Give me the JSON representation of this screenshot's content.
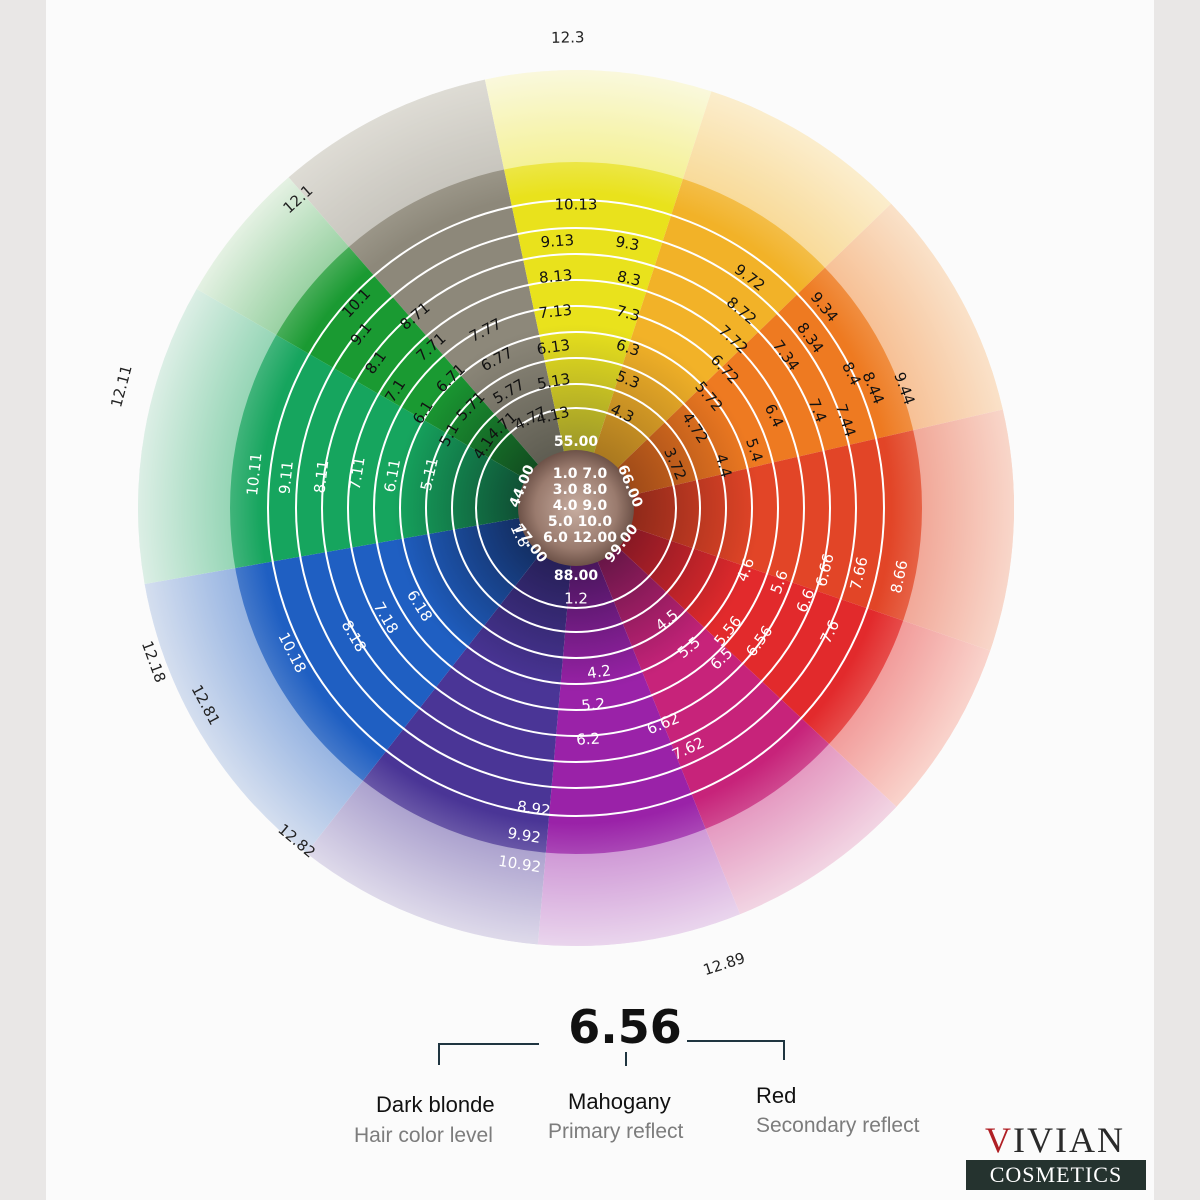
{
  "wheel": {
    "sectors": [
      {
        "name": "ash-gray",
        "from": 319,
        "to": 348,
        "colors": [
          "#4a4a40",
          "#8d887a",
          "#c3bfb2"
        ]
      },
      {
        "name": "gold",
        "from": 348,
        "to": 18,
        "colors": [
          "#7a7630",
          "#e9e21c",
          "#f6f3c0"
        ]
      },
      {
        "name": "gold-orange",
        "from": 18,
        "to": 46,
        "colors": [
          "#8a5f1c",
          "#f2b228",
          "#f8dfa4"
        ]
      },
      {
        "name": "copper",
        "from": 46,
        "to": 77,
        "colors": [
          "#7a3414",
          "#ee7a21",
          "#f6c99c"
        ]
      },
      {
        "name": "copper-red",
        "from": 77,
        "to": 109,
        "colors": [
          "#6a1d14",
          "#e24527",
          "#f3b59e"
        ]
      },
      {
        "name": "red",
        "from": 109,
        "to": 133,
        "colors": [
          "#5c1020",
          "#e22a2c",
          "#f5b0a2"
        ]
      },
      {
        "name": "magenta",
        "from": 133,
        "to": 158,
        "colors": [
          "#3d1030",
          "#c7237a",
          "#e7b2cc"
        ]
      },
      {
        "name": "purple",
        "from": 158,
        "to": 185,
        "colors": [
          "#24103a",
          "#9a22a8",
          "#d8b3de"
        ]
      },
      {
        "name": "violet",
        "from": 185,
        "to": 218,
        "colors": [
          "#16163c",
          "#4a3596",
          "#c3bbd9"
        ]
      },
      {
        "name": "blue",
        "from": 218,
        "to": 260,
        "colors": [
          "#0e1838",
          "#1f5fc2",
          "#b2c4e2"
        ]
      },
      {
        "name": "green",
        "from": 260,
        "to": 300,
        "colors": [
          "#0c2a22",
          "#16a55e",
          "#bfe1d0"
        ]
      },
      {
        "name": "dark-green",
        "from": 300,
        "to": 319,
        "colors": [
          "#0e2a18",
          "#1a9a32",
          "#cfe6cc"
        ]
      }
    ],
    "ring_radii": [
      100,
      124,
      150,
      176,
      202,
      228,
      254,
      280,
      308
    ],
    "labels": [
      {
        "text": "10.13",
        "a": 0,
        "r": 303,
        "tone": "dark"
      },
      {
        "text": "9.13",
        "a": 356,
        "r": 267,
        "tone": "dark"
      },
      {
        "text": "9.3",
        "a": 11,
        "r": 269,
        "tone": "dark"
      },
      {
        "text": "8.13",
        "a": 355,
        "r": 232,
        "tone": "dark"
      },
      {
        "text": "8.3",
        "a": 13,
        "r": 235,
        "tone": "dark"
      },
      {
        "text": "7.13",
        "a": 354,
        "r": 197,
        "tone": "dark"
      },
      {
        "text": "7.3",
        "a": 15,
        "r": 201,
        "tone": "dark"
      },
      {
        "text": "6.13",
        "a": 352,
        "r": 162,
        "tone": "dark"
      },
      {
        "text": "6.3",
        "a": 18,
        "r": 168,
        "tone": "dark"
      },
      {
        "text": "5.13",
        "a": 350,
        "r": 128,
        "tone": "dark"
      },
      {
        "text": "5.3",
        "a": 22,
        "r": 138,
        "tone": "dark"
      },
      {
        "text": "4.13",
        "a": 346,
        "r": 95,
        "tone": "dark"
      },
      {
        "text": "4.3",
        "a": 26,
        "r": 105,
        "tone": "dark"
      },
      {
        "text": "7.77",
        "a": 333,
        "r": 199,
        "tone": "dark"
      },
      {
        "text": "6.77",
        "a": 332,
        "r": 168,
        "tone": "dark"
      },
      {
        "text": "5.77",
        "a": 330,
        "r": 134,
        "tone": "dark"
      },
      {
        "text": "4.77",
        "a": 333,
        "r": 100,
        "tone": "dark"
      },
      {
        "text": "8.71",
        "a": 320,
        "r": 250,
        "tone": "dark"
      },
      {
        "text": "7.71",
        "a": 318,
        "r": 216,
        "tone": "dark"
      },
      {
        "text": "6.71",
        "a": 316,
        "r": 180,
        "tone": "dark"
      },
      {
        "text": "5.71",
        "a": 314,
        "r": 146,
        "tone": "dark"
      },
      {
        "text": "4.71",
        "a": 318,
        "r": 110,
        "tone": "dark"
      },
      {
        "text": "10.1",
        "a": 313,
        "r": 300,
        "tone": "dark"
      },
      {
        "text": "9.1",
        "a": 309,
        "r": 276,
        "tone": "dark"
      },
      {
        "text": "8.1",
        "a": 306,
        "r": 247,
        "tone": "dark"
      },
      {
        "text": "7.1",
        "a": 303,
        "r": 215,
        "tone": "dark"
      },
      {
        "text": "6.1",
        "a": 302,
        "r": 180,
        "tone": "dark"
      },
      {
        "text": "5.1",
        "a": 300,
        "r": 146,
        "tone": "dark"
      },
      {
        "text": "4.1",
        "a": 303,
        "r": 110,
        "tone": "dark"
      },
      {
        "text": "9.72",
        "a": 37,
        "r": 288,
        "tone": "dark"
      },
      {
        "text": "8.72",
        "a": 40,
        "r": 257,
        "tone": "dark"
      },
      {
        "text": "7.72",
        "a": 43,
        "r": 230,
        "tone": "dark"
      },
      {
        "text": "6.72",
        "a": 47,
        "r": 203,
        "tone": "dark"
      },
      {
        "text": "5.72",
        "a": 50,
        "r": 173,
        "tone": "dark"
      },
      {
        "text": "4.72",
        "a": 56,
        "r": 143,
        "tone": "dark"
      },
      {
        "text": "3.72",
        "a": 66,
        "r": 108,
        "tone": "dark"
      },
      {
        "text": "9.34",
        "a": 51,
        "r": 319,
        "tone": "dark"
      },
      {
        "text": "8.34",
        "a": 54,
        "r": 289,
        "tone": "dark"
      },
      {
        "text": "7.34",
        "a": 54,
        "r": 259,
        "tone": "dark"
      },
      {
        "text": "9.44",
        "a": 70,
        "r": 349,
        "tone": "dark"
      },
      {
        "text": "8.44",
        "a": 68,
        "r": 320,
        "tone": "dark"
      },
      {
        "text": "7.44",
        "a": 72,
        "r": 283,
        "tone": "dark"
      },
      {
        "text": "8.4",
        "a": 64,
        "r": 306,
        "tone": "dark"
      },
      {
        "text": "7.4",
        "a": 68,
        "r": 260,
        "tone": "dark"
      },
      {
        "text": "6.4",
        "a": 65,
        "r": 218,
        "tone": "dark"
      },
      {
        "text": "5.4",
        "a": 72,
        "r": 187,
        "tone": "dark"
      },
      {
        "text": "4.4",
        "a": 74,
        "r": 153,
        "tone": "dark"
      },
      {
        "text": "8.66",
        "a": 102,
        "r": 331,
        "tone": "light"
      },
      {
        "text": "7.66",
        "a": 103,
        "r": 291,
        "tone": "light"
      },
      {
        "text": "6.66",
        "a": 104,
        "r": 257,
        "tone": "light"
      },
      {
        "text": "7.6",
        "a": 116,
        "r": 283,
        "tone": "light"
      },
      {
        "text": "6.6",
        "a": 112,
        "r": 248,
        "tone": "light"
      },
      {
        "text": "5.6",
        "a": 110,
        "r": 217,
        "tone": "light"
      },
      {
        "text": "4.6",
        "a": 110,
        "r": 181,
        "tone": "light"
      },
      {
        "text": "6.56",
        "a": 126,
        "r": 227,
        "tone": "light"
      },
      {
        "text": "5.56",
        "a": 129,
        "r": 196,
        "tone": "light"
      },
      {
        "text": "6.5",
        "a": 136,
        "r": 210,
        "tone": "light"
      },
      {
        "text": "5.5",
        "a": 141,
        "r": 180,
        "tone": "light"
      },
      {
        "text": "4.5",
        "a": 141,
        "r": 145,
        "tone": "light"
      },
      {
        "text": "7.62",
        "a": 155,
        "r": 266,
        "tone": "light"
      },
      {
        "text": "6.62",
        "a": 158,
        "r": 233,
        "tone": "light"
      },
      {
        "text": "4.2",
        "a": 172,
        "r": 166,
        "tone": "light"
      },
      {
        "text": "5.2",
        "a": 175,
        "r": 198,
        "tone": "light"
      },
      {
        "text": "6.2",
        "a": 177,
        "r": 232,
        "tone": "light"
      },
      {
        "text": "8.92",
        "a": 188,
        "r": 304,
        "tone": "light"
      },
      {
        "text": "9.92",
        "a": 189,
        "r": 332,
        "tone": "light"
      },
      {
        "text": "10.92",
        "a": 189,
        "r": 361,
        "tone": "light"
      },
      {
        "text": "6.18",
        "a": 238,
        "r": 185,
        "tone": "light"
      },
      {
        "text": "7.18",
        "a": 240,
        "r": 220,
        "tone": "light"
      },
      {
        "text": "8.18",
        "a": 240,
        "r": 257,
        "tone": "light"
      },
      {
        "text": "10.18",
        "a": 243,
        "r": 319,
        "tone": "light"
      },
      {
        "text": "10.11",
        "a": 276,
        "r": 323,
        "tone": "light"
      },
      {
        "text": "9.11",
        "a": 276,
        "r": 291,
        "tone": "light"
      },
      {
        "text": "8.11",
        "a": 277,
        "r": 256,
        "tone": "light"
      },
      {
        "text": "7.11",
        "a": 279,
        "r": 221,
        "tone": "light"
      },
      {
        "text": "6.11",
        "a": 280,
        "r": 186,
        "tone": "light"
      },
      {
        "text": "5.11",
        "a": 283,
        "r": 150,
        "tone": "light"
      },
      {
        "text": "1.8",
        "a": 244,
        "r": 63,
        "tone": "light"
      },
      {
        "text": "1.2",
        "a": 180,
        "r": 91,
        "tone": "light"
      }
    ],
    "outer_labels": [
      {
        "text": "12.3",
        "a": 359,
        "r": 470
      },
      {
        "text": "12.1",
        "a": 318,
        "r": 415
      },
      {
        "text": "12.11",
        "a": 285,
        "r": 470
      },
      {
        "text": "12.18",
        "a": 250,
        "r": 450
      },
      {
        "text": "12.81",
        "a": 242,
        "r": 420
      },
      {
        "text": "12.82",
        "a": 220,
        "r": 435
      },
      {
        "text": "12.89",
        "a": 162,
        "r": 480
      }
    ],
    "center": {
      "top": "55.00",
      "left": "44.00",
      "right": "66.00",
      "bottom": "88.00",
      "lower_left": "77.00",
      "lower_right": "99.00",
      "lines": [
        "1.0  7.0",
        "3.0  8.0",
        "4.0  9.0",
        "5.0  10.0",
        "6.0  12.00"
      ]
    }
  },
  "legend": {
    "code": "6.56",
    "items": [
      {
        "title": "Dark blonde",
        "subtitle": "Hair color level"
      },
      {
        "title": "Mahogany",
        "subtitle": "Primary reflect"
      },
      {
        "title": "Red",
        "subtitle": "Secondary reflect"
      }
    ]
  },
  "brand": {
    "name": "VIVIAN",
    "tagline": "COSMETICS",
    "colors": {
      "accent": "#b01f24",
      "dark": "#25332f"
    }
  }
}
